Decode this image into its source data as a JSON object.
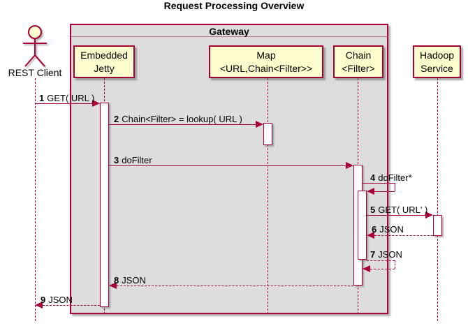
{
  "title": "Request Processing Overview",
  "gateway": {
    "label": "Gateway"
  },
  "actor": {
    "label": "REST Client"
  },
  "participants": [
    {
      "id": "embedded-jetty",
      "line1": "Embedded",
      "line2": "Jetty"
    },
    {
      "id": "map",
      "line1": "Map",
      "line2": "<URL,Chain<Filter>>"
    },
    {
      "id": "chain",
      "line1": "Chain",
      "line2": "<Filter>"
    },
    {
      "id": "hadoop-service",
      "line1": "Hadoop",
      "line2": "Service"
    }
  ],
  "messages": [
    {
      "num": "1",
      "text": "GET( URL )",
      "from": "rest-client",
      "to": "embedded-jetty",
      "line": "solid"
    },
    {
      "num": "2",
      "text": "Chain<Filter> = lookup( URL )",
      "from": "embedded-jetty",
      "to": "map",
      "line": "solid"
    },
    {
      "num": "3",
      "text": "doFilter",
      "from": "embedded-jetty",
      "to": "chain",
      "line": "solid"
    },
    {
      "num": "4",
      "text": "doFilter*",
      "from": "chain",
      "to": "chain",
      "line": "solid"
    },
    {
      "num": "5",
      "text": "GET( URL' )",
      "from": "chain",
      "to": "hadoop-service",
      "line": "solid"
    },
    {
      "num": "6",
      "text": "JSON",
      "from": "hadoop-service",
      "to": "chain",
      "line": "dashed"
    },
    {
      "num": "7",
      "text": "JSON",
      "from": "chain",
      "to": "chain",
      "line": "dashed"
    },
    {
      "num": "8",
      "text": "JSON",
      "from": "chain",
      "to": "embedded-jetty",
      "line": "dashed"
    },
    {
      "num": "9",
      "text": "JSON",
      "from": "embedded-jetty",
      "to": "rest-client",
      "line": "dashed"
    }
  ],
  "colors": {
    "accent": "#A80036",
    "box_fill": "#FEFECE",
    "frame_fill": "#DDDDDD",
    "text": "#000000"
  }
}
